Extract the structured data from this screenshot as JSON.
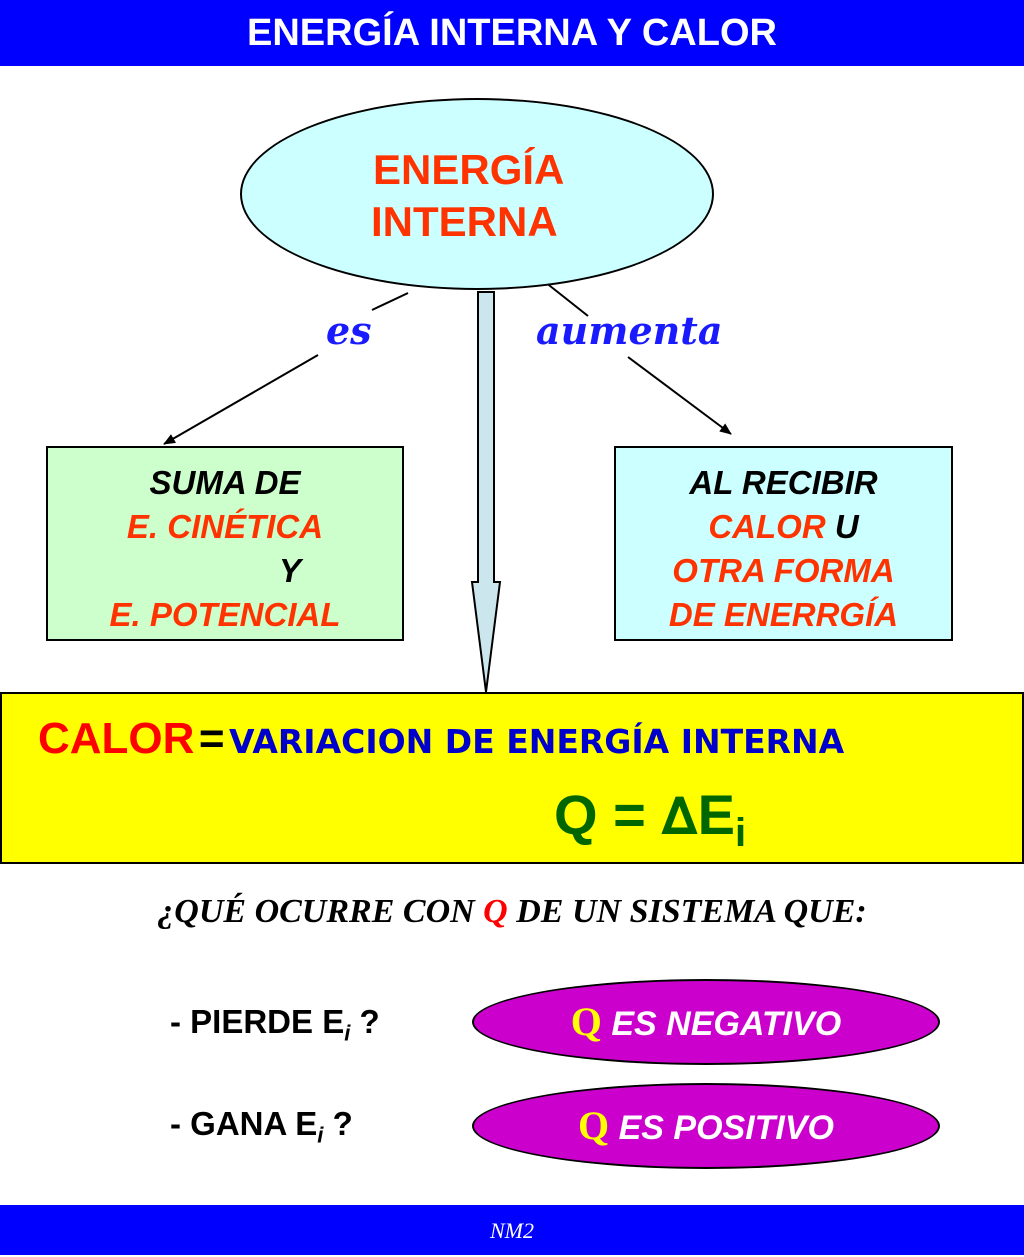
{
  "header": {
    "title": "ENERGÍA INTERNA Y CALOR"
  },
  "footer": {
    "text": "NM2"
  },
  "central": {
    "line1": "ENERGÍA",
    "line2": "INTERNA"
  },
  "connectors": {
    "left": "es",
    "right": "aumenta"
  },
  "left_box": {
    "line1": "SUMA DE",
    "line2": "E. CINÉTICA",
    "line3": "Y",
    "line4": "E. POTENCIAL"
  },
  "right_box": {
    "line1": "AL RECIBIR",
    "line2a": "CALOR",
    "line2b": "U",
    "line3": "OTRA FORMA",
    "line4": "DE ENERRGÍA"
  },
  "equation": {
    "word": "CALOR",
    "equals": "=",
    "definition": "VARIACION DE ENERGÍA INTERNA",
    "formula_q": "Q",
    "formula_eq": "=",
    "formula_delta": "∆",
    "formula_e": "E",
    "formula_sub": "i"
  },
  "question": {
    "prefix": "¿QUÉ OCURRE CON",
    "q": "Q",
    "suffix": "DE UN SISTEMA QUE:"
  },
  "cases": [
    {
      "prefix": "- PIERDE E",
      "sub": "i",
      "suffix": " ?",
      "answer_q": "Q",
      "answer_text": "ES NEGATIVO"
    },
    {
      "prefix": "- GANA E",
      "sub": "i",
      "suffix": " ?",
      "answer_q": "Q",
      "answer_text": "ES POSITIVO"
    }
  ],
  "colors": {
    "header_blue": "#0000ff",
    "ellipse_fill": "#ccffff",
    "left_box_fill": "#ccffcc",
    "equation_fill": "#ffff00",
    "answer_fill": "#cc00cc",
    "accent_red": "#ff3300",
    "formula_green": "#006600"
  }
}
